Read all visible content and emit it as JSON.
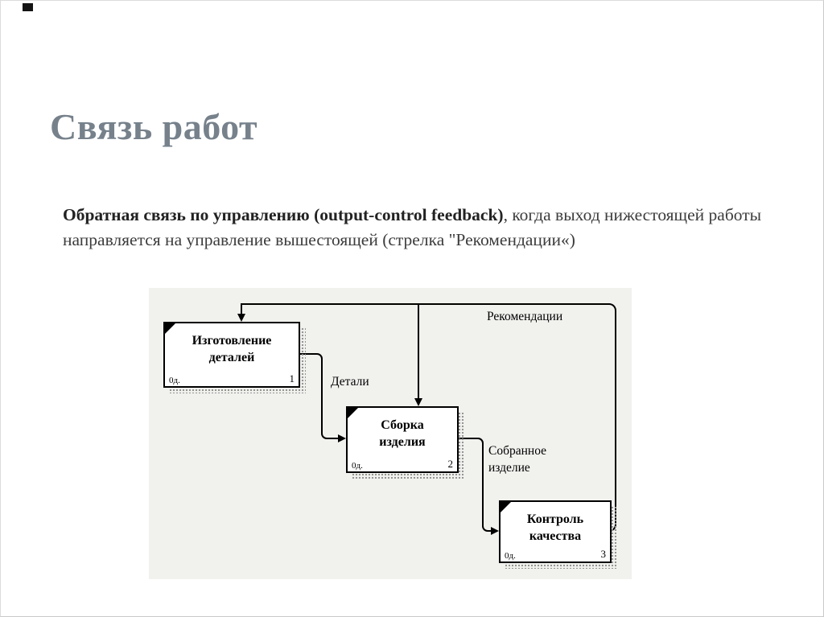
{
  "page": {
    "title": "Связь работ",
    "paragraph_bold": "Обратная связь по управлению (output-control feedback)",
    "paragraph_rest": ", когда выход нижестоящей работы направляется на управление вышестоящей (стрелка \"Рекомендации«)"
  },
  "diagram": {
    "boxes": [
      {
        "line1": "Изготовление",
        "line2": "деталей",
        "code": "0д.",
        "num": "1"
      },
      {
        "line1": "Сборка",
        "line2": "изделия",
        "code": "0д.",
        "num": "2"
      },
      {
        "line1": "Контроль",
        "line2": "качества",
        "code": "0д.",
        "num": "3"
      }
    ],
    "labels": {
      "recommendations": "Рекомендации",
      "details": "Детали",
      "assembled_line1": "Собранное",
      "assembled_line2": "изделие"
    }
  },
  "colors": {
    "title": "#76818b",
    "body_text": "#3c3c3c",
    "diagram_background": "#f1f1ee",
    "line": "#000000"
  }
}
